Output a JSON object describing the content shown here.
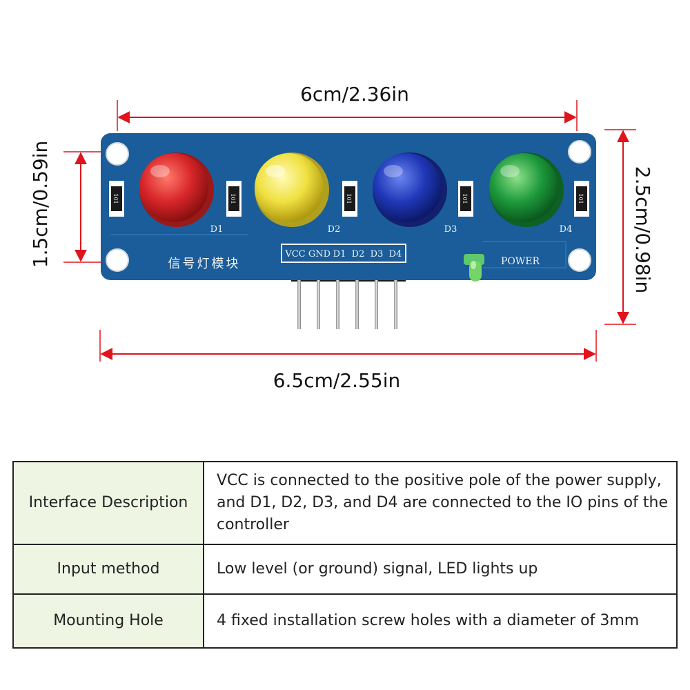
{
  "dimensions": {
    "top_width": "6cm/2.36in",
    "bottom_width": "6.5cm/2.55in",
    "left_height": "1.5cm/0.59in",
    "right_height": "2.5cm/0.98in"
  },
  "board": {
    "leds": [
      {
        "label": "D1",
        "color": "#d8262a"
      },
      {
        "label": "D2",
        "color": "#f0e040"
      },
      {
        "label": "D3",
        "color": "#2038b8"
      },
      {
        "label": "D4",
        "color": "#1e9a3c"
      }
    ],
    "resistor_marking": "101",
    "pin_labels": [
      "VCC",
      "GND",
      "D1",
      "D2",
      "D3",
      "D4"
    ],
    "power_label": "POWER",
    "chinese_label": "信号灯模块",
    "pcb_color": "#1a5d9a",
    "dimension_line_color": "#e0141c"
  },
  "spec_table": {
    "rows": [
      {
        "key": "Interface Description",
        "value": "VCC is connected to the positive pole of the power supply, and D1, D2, D3, and D4 are connected to the IO pins of the controller"
      },
      {
        "key": "Input method",
        "value": "Low level (or ground) signal, LED lights up"
      },
      {
        "key": "Mounting Hole",
        "value": "4 fixed installation screw holes with a diameter of 3mm"
      }
    ]
  }
}
